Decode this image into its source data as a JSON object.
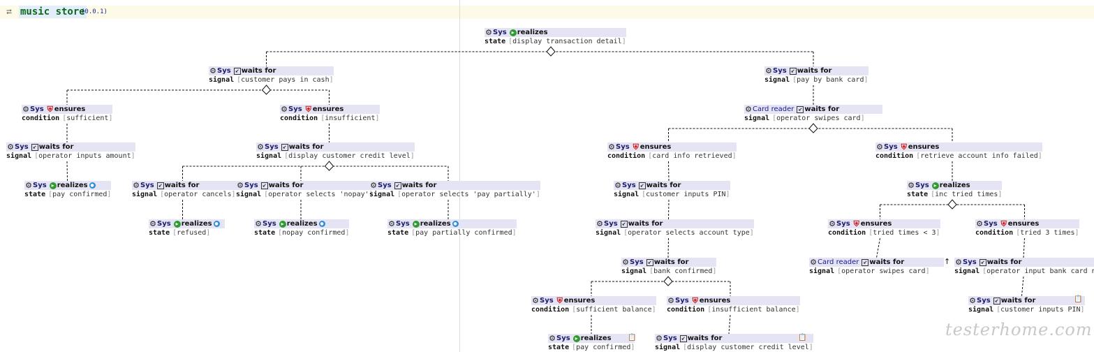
{
  "header": {
    "title": "music store",
    "version": "(0.0.1)"
  },
  "kinds": {
    "realizes": "realizes",
    "waits": "waits for",
    "ensures": "ensures"
  },
  "watermark": "testerhome.com",
  "nodes": [
    {
      "sys": "Sys",
      "kind": "realizes",
      "label": "state",
      "value": "display transaction detail"
    },
    {
      "sys": "Sys",
      "kind": "waits",
      "label": "signal",
      "value": "customer pays in cash"
    },
    {
      "sys": "Sys",
      "kind": "waits",
      "label": "signal",
      "value": "pay by bank card"
    },
    {
      "sys": "Sys",
      "kind": "ensures",
      "label": "condition",
      "value": "sufficient"
    },
    {
      "sys": "Sys",
      "kind": "ensures",
      "label": "condition",
      "value": "insufficient"
    },
    {
      "sys": "Sys",
      "kind": "waits",
      "label": "signal",
      "value": "operator inputs amount"
    },
    {
      "sys": "Sys",
      "kind": "realizes",
      "label": "state",
      "value": "pay confirmed"
    },
    {
      "sys": "Sys",
      "kind": "waits",
      "label": "signal",
      "value": "display customer credit level"
    },
    {
      "sys": "Sys",
      "kind": "waits",
      "label": "signal",
      "value": "operator cancels"
    },
    {
      "sys": "Sys",
      "kind": "waits",
      "label": "signal",
      "value": "operator selects 'nopay'"
    },
    {
      "sys": "Sys",
      "kind": "waits",
      "label": "signal",
      "value": "operator selects 'pay partially'"
    },
    {
      "sys": "Sys",
      "kind": "realizes",
      "label": "state",
      "value": "refused"
    },
    {
      "sys": "Sys",
      "kind": "realizes",
      "label": "state",
      "value": "nopay confirmed"
    },
    {
      "sys": "Sys",
      "kind": "realizes",
      "label": "state",
      "value": "pay partially confirmed"
    },
    {
      "sys": "Card reader",
      "kind": "waits",
      "label": "signal",
      "value": "operator swipes card"
    },
    {
      "sys": "Sys",
      "kind": "ensures",
      "label": "condition",
      "value": "card info retrieved"
    },
    {
      "sys": "Sys",
      "kind": "ensures",
      "label": "condition",
      "value": "retrieve account info failed"
    },
    {
      "sys": "Sys",
      "kind": "waits",
      "label": "signal",
      "value": "customer inputs PIN"
    },
    {
      "sys": "Sys",
      "kind": "waits",
      "label": "signal",
      "value": "operator selects account type"
    },
    {
      "sys": "Sys",
      "kind": "waits",
      "label": "signal",
      "value": "bank confirmed"
    },
    {
      "sys": "Sys",
      "kind": "ensures",
      "label": "condition",
      "value": "sufficient balance"
    },
    {
      "sys": "Sys",
      "kind": "ensures",
      "label": "condition",
      "value": "insufficient balance"
    },
    {
      "sys": "Sys",
      "kind": "realizes",
      "label": "state",
      "value": "pay confirmed"
    },
    {
      "sys": "Sys",
      "kind": "waits",
      "label": "signal",
      "value": "display customer credit level"
    },
    {
      "sys": "Sys",
      "kind": "realizes",
      "label": "state",
      "value": "inc tried times"
    },
    {
      "sys": "Sys",
      "kind": "ensures",
      "label": "condition",
      "value": "tried times < 3"
    },
    {
      "sys": "Sys",
      "kind": "ensures",
      "label": "condition",
      "value": "tried 3 times"
    },
    {
      "sys": "Card reader",
      "kind": "waits",
      "label": "signal",
      "value": "operator swipes card"
    },
    {
      "sys": "Sys",
      "kind": "waits",
      "label": "signal",
      "value": "operator input bank card num"
    },
    {
      "sys": "Sys",
      "kind": "waits",
      "label": "signal",
      "value": "customer inputs PIN"
    }
  ]
}
